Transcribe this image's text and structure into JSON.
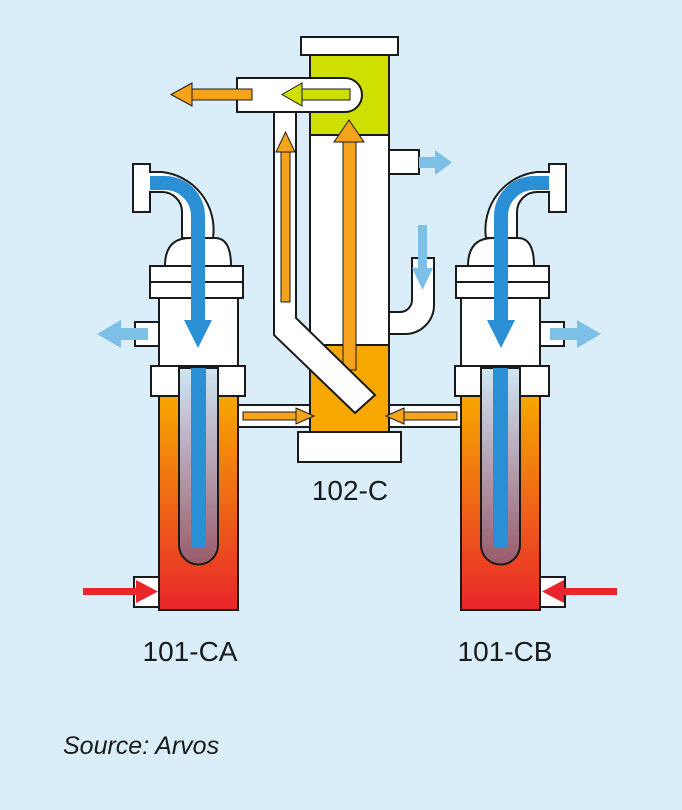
{
  "labels": {
    "center_unit": "102-C",
    "left_unit": "101-CA",
    "right_unit": "101-CB"
  },
  "caption": "Source: Arvos",
  "colors": {
    "background": "#d9eef8",
    "hot_gas_top": "#f7a800",
    "hot_gas_bottom": "#e8262b",
    "cooling_water": "#2b8fd6",
    "cooling_water_light": "#7cc0e8",
    "steam_orange": "#f5a31a",
    "steam_yellow": "#cfdf00",
    "inlet_red": "#e8262b",
    "outline": "#1a1a1a"
  }
}
